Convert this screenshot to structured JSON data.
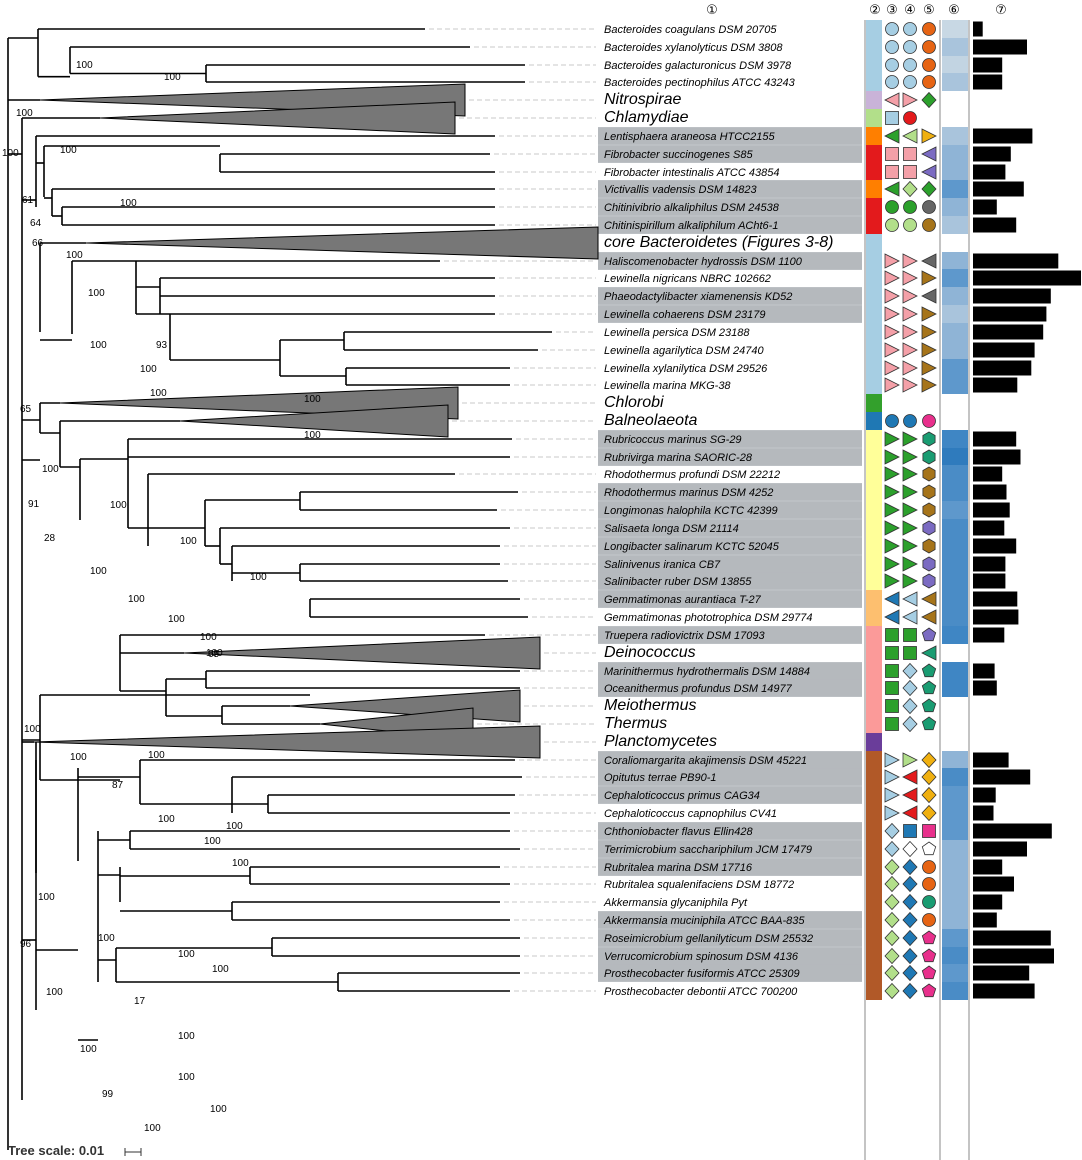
{
  "column_headers": [
    "①",
    "②",
    "③",
    "④",
    "⑤",
    "⑥",
    "⑦"
  ],
  "tree_scale_label": "Tree scale: 0.01",
  "colors": {
    "bacteroides": "#a6cee3",
    "nitrospirae": "#c9b3d8",
    "chlamydiae": "#b2df8a",
    "lentisphaerae": "#ff7f00",
    "fibrobacteres": "#e31a1c",
    "chlorobi": "#33a02c",
    "balneolaeota": "#1f78b4",
    "rhodothermaeota": "#ffff99",
    "gemmatimonadetes": "#fdbf6f",
    "deinococcus_thermus": "#fb9a99",
    "planctomycetes": "#6a3d9a",
    "verrucomicrobia": "#b15928",
    "highlight": "#b5b9bd",
    "collapsed_clade": "#777777"
  },
  "leaves": [
    {
      "label": "Bacteroides coagulans DSM 20705",
      "hl": false
    },
    {
      "label": "Bacteroides xylanolyticus DSM 3808",
      "hl": false
    },
    {
      "label": "Bacteroides galacturonicus DSM 3978",
      "hl": false
    },
    {
      "label": "Bacteroides pectinophilus ATCC 43243",
      "hl": false
    },
    {
      "label": "Nitrospirae",
      "clade": true
    },
    {
      "label": "Chlamydiae",
      "clade": true
    },
    {
      "label": "Lentisphaera araneosa HTCC2155",
      "hl": true
    },
    {
      "label": "Fibrobacter succinogenes S85",
      "hl": true
    },
    {
      "label": "Fibrobacter intestinalis ATCC 43854",
      "hl": false
    },
    {
      "label": "Victivallis vadensis DSM 14823",
      "hl": true
    },
    {
      "label": "Chitinivibrio alkaliphilus DSM 24538",
      "hl": true
    },
    {
      "label": "Chitinispirillum alkaliphilum ACht6-1",
      "hl": true
    },
    {
      "label": "core Bacteroidetes (Figures 3-8)",
      "clade": true
    },
    {
      "label": "Haliscomenobacter hydrossis DSM 1100",
      "hl": true
    },
    {
      "label": "Lewinella nigricans NBRC 102662",
      "hl": false
    },
    {
      "label": "Phaeodactylibacter xiamenensis KD52",
      "hl": true
    },
    {
      "label": "Lewinella cohaerens DSM 23179",
      "hl": true
    },
    {
      "label": "Lewinella persica DSM 23188",
      "hl": false
    },
    {
      "label": "Lewinella agarilytica DSM 24740",
      "hl": false
    },
    {
      "label": "Lewinella xylanilytica DSM 29526",
      "hl": false
    },
    {
      "label": "Lewinella marina MKG-38",
      "hl": false
    },
    {
      "label": "Chlorobi",
      "clade": true
    },
    {
      "label": "Balneolaeota",
      "clade": true
    },
    {
      "label": "Rubricoccus marinus SG-29",
      "hl": true
    },
    {
      "label": "Rubrivirga marina SAORIC-28",
      "hl": true
    },
    {
      "label": "Rhodothermus profundi DSM 22212",
      "hl": false
    },
    {
      "label": "Rhodothermus marinus DSM 4252",
      "hl": true
    },
    {
      "label": "Longimonas halophila KCTC 42399",
      "hl": true
    },
    {
      "label": "Salisaeta longa DSM 21114",
      "hl": true
    },
    {
      "label": "Longibacter salinarum KCTC 52045",
      "hl": true
    },
    {
      "label": "Salinivenus iranica CB7",
      "hl": true
    },
    {
      "label": "Salinibacter ruber DSM 13855",
      "hl": true
    },
    {
      "label": "Gemmatimonas aurantiaca T-27",
      "hl": true
    },
    {
      "label": "Gemmatimonas phototrophica DSM 29774",
      "hl": false
    },
    {
      "label": "Truepera radiovictrix DSM 17093",
      "hl": true
    },
    {
      "label": "Deinococcus",
      "clade": true
    },
    {
      "label": "Marinithermus hydrothermalis DSM 14884",
      "hl": true
    },
    {
      "label": "Oceanithermus profundus DSM 14977",
      "hl": true
    },
    {
      "label": "Meiothermus",
      "clade": true
    },
    {
      "label": "Thermus",
      "clade": true
    },
    {
      "label": "Planctomycetes",
      "clade": true
    },
    {
      "label": "Coraliomargarita akajimensis DSM 45221",
      "hl": true
    },
    {
      "label": "Opitutus terrae PB90-1",
      "hl": true
    },
    {
      "label": "Cephaloticoccus primus CAG34",
      "hl": true
    },
    {
      "label": "Cephaloticoccus capnophilus CV41",
      "hl": false
    },
    {
      "label": "Chthoniobacter flavus Ellin428",
      "hl": true
    },
    {
      "label": "Terrimicrobium sacchariphilum JCM 17479",
      "hl": true
    },
    {
      "label": "Rubritalea marina DSM 17716",
      "hl": true
    },
    {
      "label": "Rubritalea squalenifaciens DSM 18772",
      "hl": false
    },
    {
      "label": "Akkermansia glycaniphila Pyt",
      "hl": false
    },
    {
      "label": "Akkermansia muciniphila ATCC BAA-835",
      "hl": true
    },
    {
      "label": "Roseimicrobium gellanilyticum DSM 25532",
      "hl": true
    },
    {
      "label": "Verrucomicrobium spinosum DSM 4136",
      "hl": true
    },
    {
      "label": "Prosthecobacter fusiformis ATCC 25309",
      "hl": true
    },
    {
      "label": "Prosthecobacter debontii ATCC 700200",
      "hl": false
    }
  ],
  "bootstrap": [
    "100",
    "100",
    "100",
    "100",
    "100",
    "61",
    "64",
    "66",
    "100",
    "100",
    "65",
    "100",
    "100",
    "93",
    "100",
    "100",
    "100",
    "100",
    "100",
    "100",
    "91",
    "100",
    "28",
    "100",
    "100",
    "100",
    "100",
    "100",
    "100",
    "65",
    "100",
    "100",
    "100",
    "87",
    "100",
    "100",
    "100",
    "100",
    "100",
    "96",
    "100",
    "100",
    "100",
    "100",
    "17",
    "100",
    "100",
    "100",
    "99",
    "100",
    "100",
    "100"
  ],
  "bars": [
    0.09,
    0.5,
    0.27,
    0.27,
    null,
    null,
    0.55,
    0.35,
    0.3,
    0.47,
    0.22,
    0.4,
    null,
    0.79,
    1.0,
    0.72,
    0.68,
    0.65,
    0.57,
    0.54,
    0.41,
    null,
    null,
    0.4,
    0.44,
    0.27,
    0.31,
    0.34,
    0.29,
    0.4,
    0.3,
    0.3,
    0.41,
    0.42,
    0.29,
    null,
    0.2,
    0.22,
    null,
    null,
    null,
    0.33,
    0.53,
    0.21,
    0.19,
    0.73,
    0.5,
    0.27,
    0.38,
    0.27,
    0.22,
    0.72,
    0.75,
    0.52,
    0.57
  ]
}
